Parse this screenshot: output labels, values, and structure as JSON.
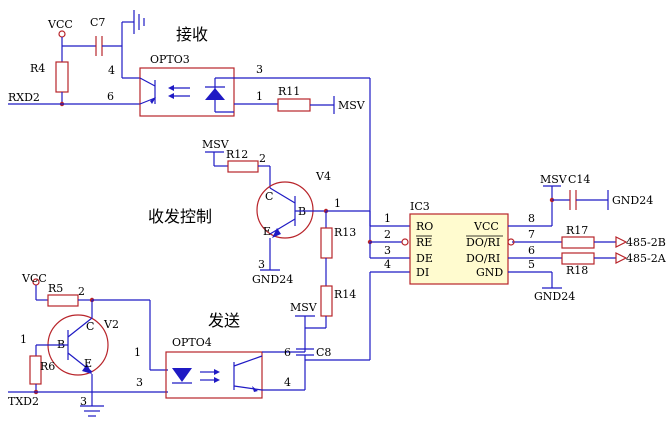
{
  "labels": {
    "vcc1": "VCC",
    "c7": "C7",
    "r4": "R4",
    "n4_top": "4",
    "opto3": "OPTO3",
    "n3_top": "3",
    "rxd": "RXD2",
    "n6_top": "6",
    "n1_top": "1",
    "r11": "R11",
    "msv1": "MSV",
    "recv": "接收",
    "msv2": "MSV",
    "r12": "R12",
    "n2_r12": "2",
    "v4": "V4",
    "v4_c": "C",
    "v4_b": "B",
    "v4_e": "E",
    "n1_v4": "1",
    "n3_v4": "3",
    "gnd_v4": "GND24",
    "ctrl": "收发控制",
    "r13": "R13",
    "r14": "R14",
    "vcc2": "VCC",
    "r5": "R5",
    "n2_r5": "2",
    "n1_v2": "1",
    "v2": "V2",
    "v2_b": "B",
    "v2_c": "C",
    "v2_e": "E",
    "r6": "R6",
    "txd": "TXD2",
    "n3_v2": "3",
    "n3_v2b": "3",
    "send": "发送",
    "msv3": "MSV",
    "opto4": "OPTO4",
    "n1_opto4": "1",
    "n6_c8": "6",
    "c8": "C8",
    "n4_opto4": "4",
    "ic3": "IC3",
    "pin1": "1",
    "pin2": "2",
    "pin3": "3",
    "pin4": "4",
    "ro": "RO",
    "re": "RE",
    "de": "DE",
    "di": "DI",
    "vcc_pin": "VCC",
    "dori_bar": "DO/RI",
    "dori": "DO/RI",
    "gnd_pin": "GND",
    "pin8": "8",
    "pin7": "7",
    "pin6": "6",
    "pin5": "5",
    "msv4": "MSV",
    "c14": "C14",
    "gnd24_c14": "GND24",
    "r17": "R17",
    "r18": "R18",
    "out_b": "485-2B",
    "out_a": "485-2A",
    "gnd_ic": "GND24"
  }
}
